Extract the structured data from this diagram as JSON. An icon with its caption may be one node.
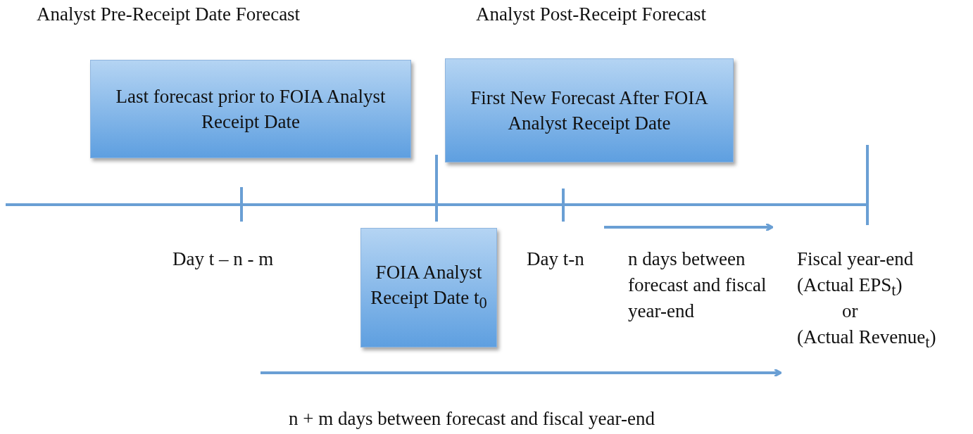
{
  "diagram": {
    "nodes": [
      {
        "text": [
          "Last forecast prior to FOIA Analyst Receipt Date"
        ]
      },
      {
        "text": [
          "First New Forecast After FOIA Analyst Receipt Date"
        ]
      },
      {
        "text": [
          "FOIA Analyst Receipt Date t$_{0}$"
        ]
      }
    ],
    "labels": [
      "Analyst Pre-Receipt Date Forecast",
      "Analyst Post-Receipt Forecast",
      "Day t – n - m",
      "Day t-n",
      "n days between forecast and fiscal year-end",
      "Fiscal year-end",
      "(Actual EPS$_{t}$)",
      "or",
      "(Actual Revenue$_{t}$)",
      "n + m days between forecast and fiscal year-end"
    ]
  }
}
